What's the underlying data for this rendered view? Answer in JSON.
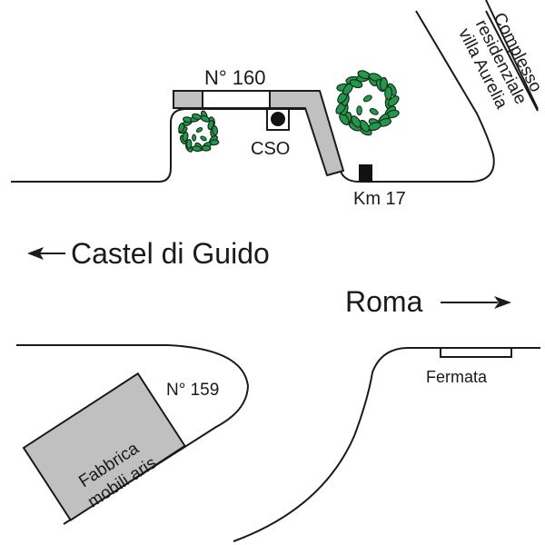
{
  "map": {
    "labels": {
      "building_north": "N° 160",
      "cso": "CSO",
      "km_marker": "Km 17",
      "residential_line1": "Complesso",
      "residential_line2": "residenziale",
      "residential_line3": "villa Aurelia",
      "direction_west": "Castel di Guido",
      "direction_east": "Roma",
      "building_south": "N° 159",
      "factory_line1": "Fabbrica",
      "factory_line2": "mobili aris",
      "bus_stop": "Fermata"
    },
    "colors": {
      "building_fill": "#c0c0c0",
      "tree_green": "#1f9a4c",
      "tree_outline": "#1a2a1a",
      "line": "#1a1a1a"
    }
  }
}
